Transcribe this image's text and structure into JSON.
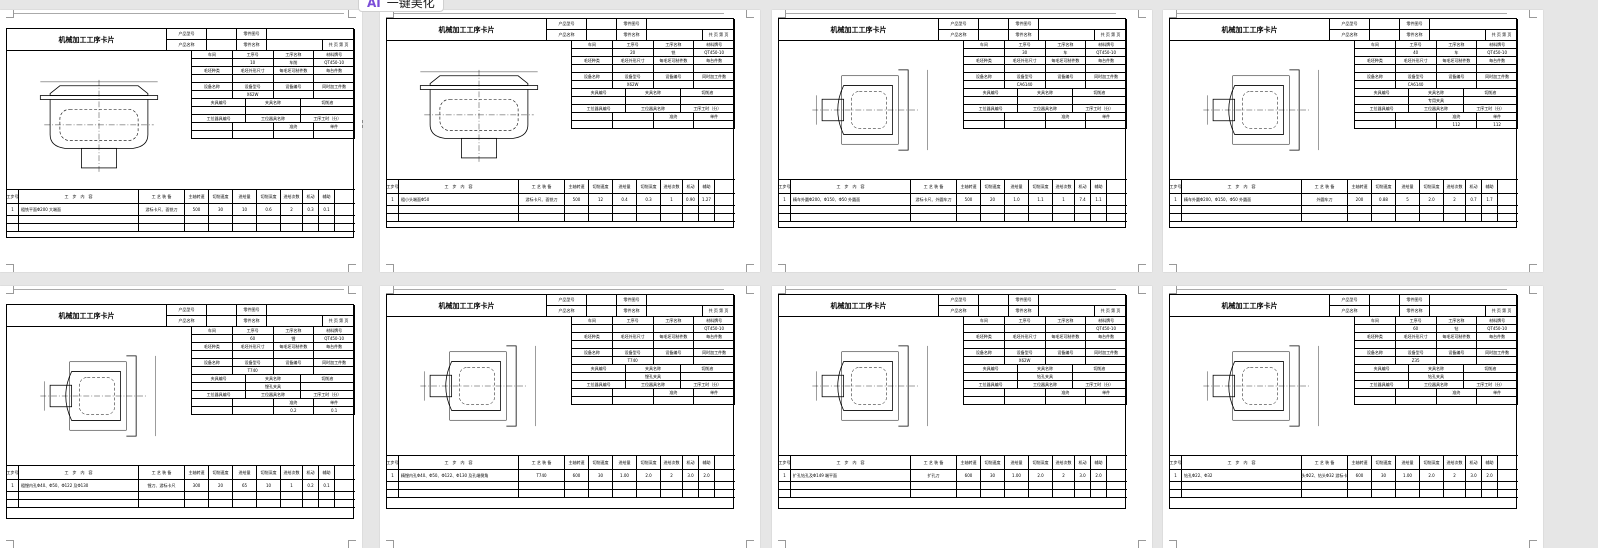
{
  "toolbar": {
    "ai_badge": "AI",
    "ai_label": "一键美化"
  },
  "card": {
    "title": "机械加工工序卡片",
    "hdr_product_model": "产品型号",
    "hdr_product_name": "产品名称",
    "hdr_part_no": "零件图号",
    "hdr_part_name": "零件名称",
    "hdr_sheets": "共 页 第 页",
    "labels": {
      "workshop": "车间",
      "op_no": "工序号",
      "op_name": "工序名称",
      "material": "材料牌号",
      "blank_type": "毛坯种类",
      "blank_size": "毛坯外形尺寸",
      "blank_count": "每毛坯可制件数",
      "per_set": "每台件数",
      "equip_name": "设备名称",
      "equip_model": "设备型号",
      "equip_no": "设备编号",
      "simul": "同时加工件数",
      "fixture_no": "夹具编号",
      "fixture_name": "夹具名称",
      "coolant": "切削液",
      "station_no": "工位器具编号",
      "station_name": "工位器具名称",
      "hours": "工序工时（分）",
      "prep": "准终",
      "unit": "单件"
    },
    "step_headers": {
      "no": "工步号",
      "content": "工　步　内　容",
      "equip": "工 艺 装 备",
      "speed": "主轴转速",
      "cut_speed": "切削速度",
      "feed": "进给量",
      "depth": "切削深度",
      "passes": "进给次数",
      "time": "工步工时",
      "machine": "机动",
      "aux": "辅助"
    }
  },
  "pages": [
    {
      "op_no": "10",
      "op_name": "车削",
      "material": "QT450-10",
      "equip": "X62W",
      "fixture": "",
      "step": "粗铣平面Φ200 大端面",
      "tool": "游标卡尺、面铣刀",
      "vals": [
        "500",
        "30",
        "10",
        "0.6",
        "2",
        "0.3",
        "0.1"
      ]
    },
    {
      "op_no": "20",
      "op_name": "铣",
      "material": "QT450-10",
      "equip": "X62W",
      "fixture": "",
      "step": "粗小头端面Φ50",
      "tool": "游标卡尺、面铣刀",
      "vals": [
        "500",
        "12",
        "0.4",
        "0.3",
        "1",
        "0.90",
        "1.27"
      ]
    },
    {
      "op_no": "30",
      "op_name": "车",
      "material": "QT450-10",
      "equip": "CA6140",
      "fixture": "",
      "step": "精车外圆Φ200、Φ150、Φ50 外圆面",
      "tool": "游标卡尺、外圆车刀",
      "vals": [
        "500",
        "20",
        "1.0",
        "1.1",
        "1",
        "7.4",
        "1.1"
      ]
    },
    {
      "op_no": "40",
      "op_name": "车",
      "material": "QT450-10",
      "equip": "CA6140",
      "fixture": "专用夹具",
      "step": "精车外圆Φ200、Φ150、Φ50 外圆面",
      "tool": "外圆车刀",
      "vals": [
        "200",
        "0.88",
        "5",
        "2.0",
        "2",
        "0.7",
        "1.7"
      ],
      "hours_vals": [
        "112",
        "112"
      ]
    },
    {
      "op_no": "60",
      "op_name": "镗",
      "material": "QT450-10",
      "equip": "T740",
      "fixture": "镗孔夹具",
      "step": "粗镗内孔Φ40、Φ50、Φ122 及Φ130",
      "tool": "镗刀、游标卡尺",
      "vals": [
        "300",
        "20",
        "65",
        "10",
        "1",
        "0.2",
        "0.1"
      ],
      "hours_vals": [
        "0.2",
        "0.1"
      ]
    },
    {
      "op_no": "",
      "op_name": "",
      "material": "QT450-10",
      "equip": "T740",
      "fixture": "镗孔夹具",
      "step": "精镗内孔Φ40、Φ50、Φ122、Φ130 及孔端倒角",
      "tool": "T740",
      "vals": [
        "600",
        "30",
        "1.00",
        "2.0",
        "2",
        "3.0",
        "2.0"
      ],
      "hours_vals": [
        "",
        ""
      ]
    },
    {
      "op_no": "",
      "op_name": "",
      "material": "QT450-10",
      "equip": "X62W",
      "fixture": "钻孔夹具",
      "step": "扩孔钻孔及Φ149 端平面",
      "tool": "扩孔刀",
      "vals": [
        "600",
        "30",
        "1.00",
        "2.0",
        "2",
        "3.0",
        "2.0"
      ],
      "hours_vals": [
        "",
        ""
      ]
    },
    {
      "op_no": "60",
      "op_name": "钻",
      "material": "QT450-10",
      "equip": "Z35",
      "fixture": "钻孔夹具",
      "step": "钻孔Φ22、Φ32",
      "tool": "钻头Φ22、钻头Φ32 游标卡尺",
      "vals": [
        "600",
        "30",
        "1.00",
        "2.0",
        "2",
        "3.0",
        "2.0"
      ],
      "hours_vals": [
        "",
        ""
      ]
    }
  ]
}
